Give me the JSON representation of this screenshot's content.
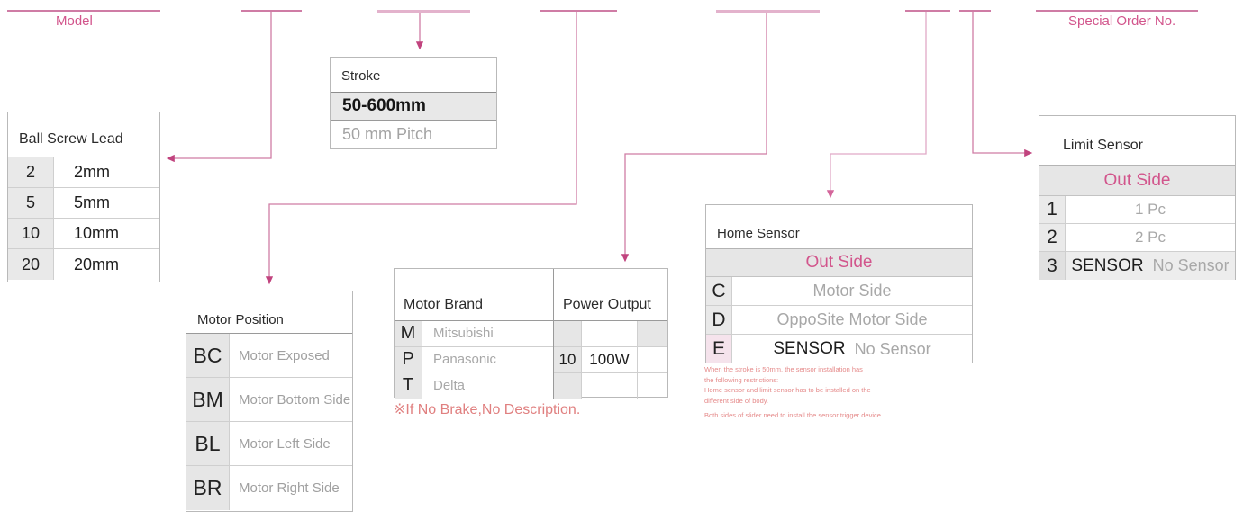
{
  "top": {
    "model_label": "Model",
    "special_order_label": "Special Order No."
  },
  "ball_screw_lead": {
    "title": "Ball Screw Lead",
    "rows": [
      {
        "code": "2",
        "desc": "2mm"
      },
      {
        "code": "5",
        "desc": "5mm"
      },
      {
        "code": "10",
        "desc": "10mm"
      },
      {
        "code": "20",
        "desc": "20mm"
      }
    ]
  },
  "stroke": {
    "title": "Stroke",
    "range": "50-600mm",
    "pitch": "50 mm Pitch"
  },
  "motor_position": {
    "title": "Motor Position",
    "rows": [
      {
        "code": "BC",
        "desc": "Motor Exposed"
      },
      {
        "code": "BM",
        "desc": "Motor Bottom Side"
      },
      {
        "code": "BL",
        "desc": "Motor Left Side"
      },
      {
        "code": "BR",
        "desc": "Motor Right Side"
      }
    ]
  },
  "motor_brand": {
    "title": "Motor Brand",
    "power_title": "Power Output",
    "rows": [
      {
        "code": "M",
        "desc": "Mitsubishi"
      },
      {
        "code": "P",
        "desc": "Panasonic"
      },
      {
        "code": "T",
        "desc": "Delta"
      }
    ],
    "power_rows": [
      {
        "code": "",
        "watt": ""
      },
      {
        "code": "10",
        "watt": "100W"
      },
      {
        "code": "",
        "watt": ""
      }
    ],
    "note": "※If No Brake,No Description."
  },
  "home_sensor": {
    "title": "Home Sensor",
    "band": "Out Side",
    "rows": [
      {
        "code": "C",
        "desc": "Motor Side"
      },
      {
        "code": "D",
        "desc": "OppoSite Motor Side"
      }
    ],
    "last_row": {
      "code": "E",
      "strong": "SENSOR",
      "weak": "No Sensor"
    },
    "note_line1": "When the stroke is 50mm, the sensor installation has",
    "note_line2": "the following restrictions:",
    "note_line3": "Home sensor and limit sensor has to be installed on the",
    "note_line4": "different side of body.",
    "note_line5": "Both sides of slider need to install the sensor trigger device."
  },
  "limit_sensor": {
    "title": "Limit Sensor",
    "band": "Out Side",
    "rows": [
      {
        "code": "1",
        "desc": "1 Pc"
      },
      {
        "code": "2",
        "desc": "2 Pc"
      }
    ],
    "last_row": {
      "code": "3",
      "strong": "SENSOR",
      "weak": "No Sensor"
    }
  },
  "colors": {
    "accent_pink": "#d2558c",
    "wire_pink": "#cf7ca5",
    "wire_pale": "#e3b2cc",
    "note_red": "#e08080",
    "shade_gray": "#e6e6e6",
    "highlight_pink": "#f5e3ec"
  }
}
